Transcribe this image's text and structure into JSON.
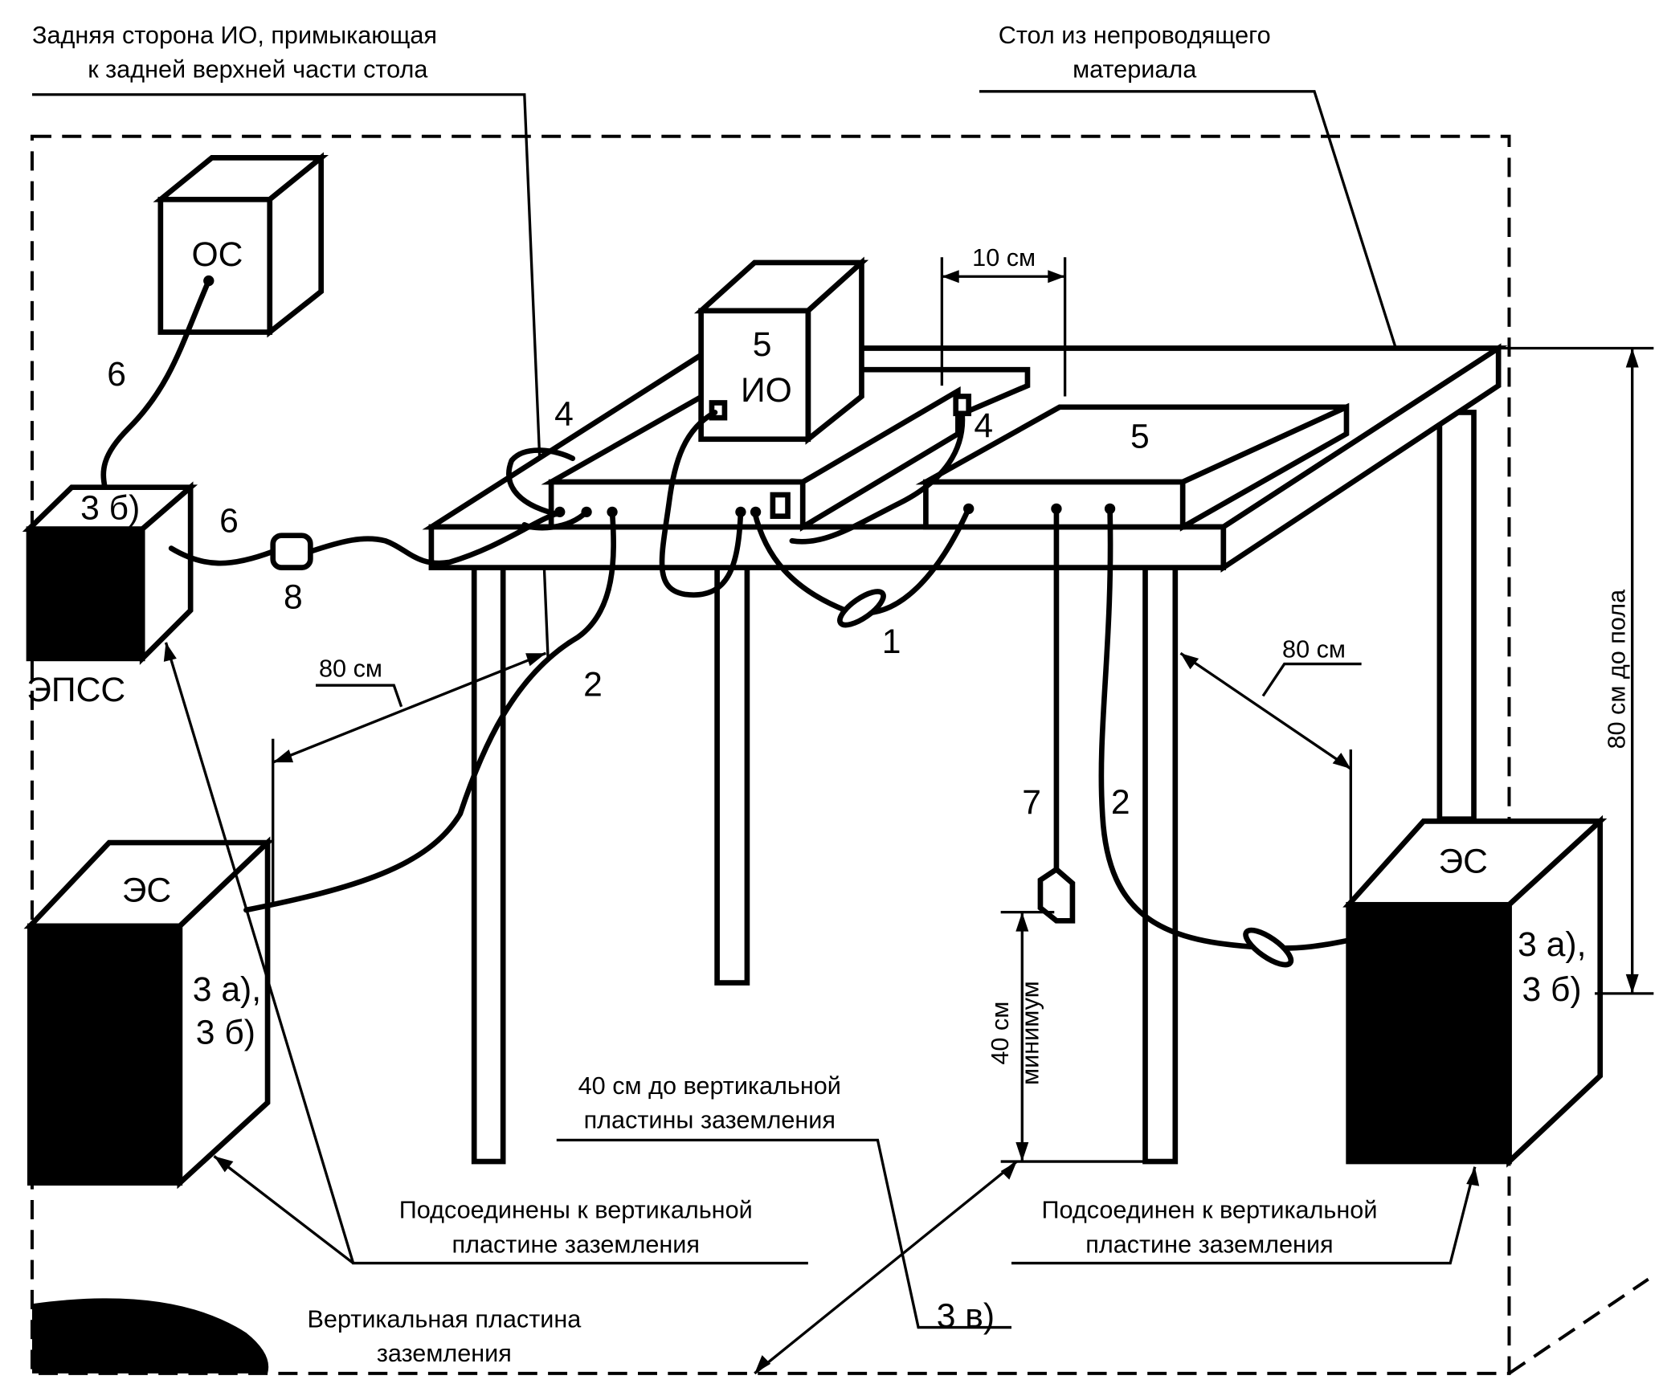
{
  "labels": {
    "rear_side_line1": "Задняя сторона ИО, примыкающая",
    "rear_side_line2": "к задней верхней части стола",
    "table_line1": "Стол из непроводящего",
    "table_line2": "материала",
    "dim_10cm": "10 см",
    "dim_80cm_left": "80 см",
    "dim_80cm_right": "80 см",
    "dim_80cm_floor": "80 см до пола",
    "dim_40cm": "40 см",
    "dim_min": "минимум",
    "to_plate_line1": "40 см до вертикальной",
    "to_plate_line2": "пластины заземления",
    "connected_pl_line1": "Подсоединены к вертикальной",
    "connected_pl_line2": "пластине заземления",
    "connected_sg_line1": "Подсоединен к вертикальной",
    "connected_sg_line2": "пластине заземления",
    "plate_line1": "Вертикальная пластина",
    "plate_line2": "заземления",
    "epss": "ЭПСС"
  },
  "boxes": {
    "os": "ОС",
    "eut_num": "5",
    "eut": "ИО",
    "platform_right": "5",
    "epss_top": "3 б)",
    "es_left": "ЭС",
    "es_left_side1": "3 а),",
    "es_left_side2": "3 б)",
    "es_right": "ЭС",
    "es_right_side1": "3 а),",
    "es_right_side2": "3 б)"
  },
  "numbers": {
    "n1": "1",
    "n2a": "2",
    "n2b": "2",
    "n4a": "4",
    "n4b": "4",
    "n6a": "6",
    "n6b": "6",
    "n7": "7",
    "n8": "8",
    "n3v": "3 в)"
  }
}
